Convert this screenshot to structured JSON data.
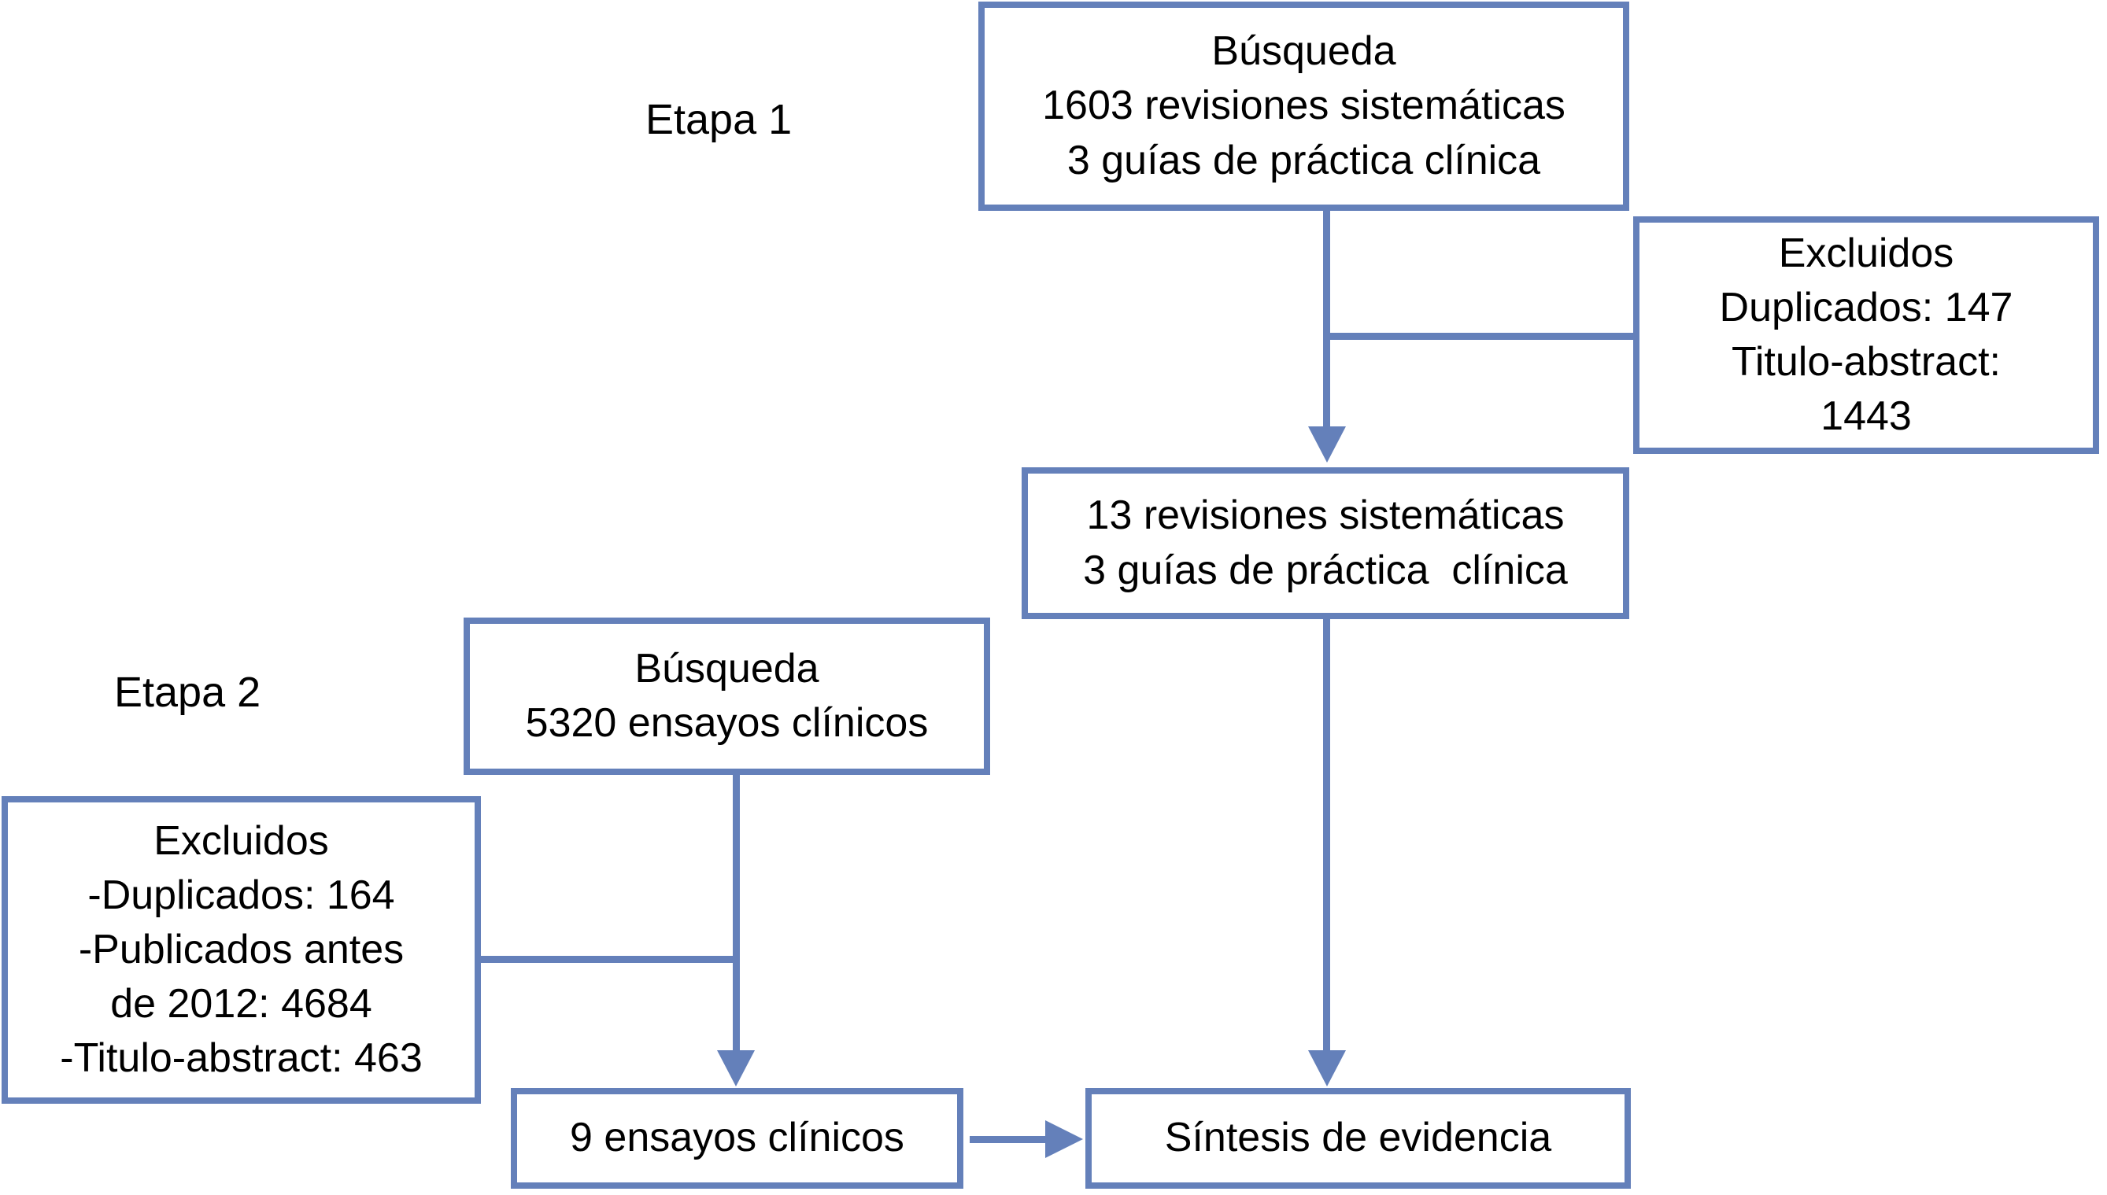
{
  "diagram": {
    "type": "flowchart",
    "language": "es",
    "colors": {
      "accent": "#6480BA",
      "text": "#000000",
      "background": "#FFFFFF"
    },
    "labels": {
      "stage1": "Etapa 1",
      "stage2": "Etapa 2"
    },
    "boxes": {
      "busqueda1": {
        "lines": [
          "Búsqueda",
          "1603 revisiones sistemáticas",
          "3 guías de práctica clínica"
        ]
      },
      "excluidos1": {
        "lines": [
          "Excluidos",
          "Duplicados: 147",
          "Titulo-abstract:",
          "1443"
        ]
      },
      "revisiones": {
        "lines": [
          "13 revisiones sistemáticas",
          "3 guías de práctica  clínica"
        ]
      },
      "busqueda2": {
        "lines": [
          "Búsqueda",
          "5320 ensayos clínicos"
        ]
      },
      "excluidos2": {
        "lines": [
          "Excluidos",
          "-Duplicados: 164",
          "-Publicados antes",
          "de 2012: 4684",
          "-Titulo-abstract: 463"
        ]
      },
      "ensayos": {
        "lines": [
          "9 ensayos clínicos"
        ]
      },
      "sintesis": {
        "lines": [
          "Síntesis de evidencia"
        ]
      }
    }
  }
}
